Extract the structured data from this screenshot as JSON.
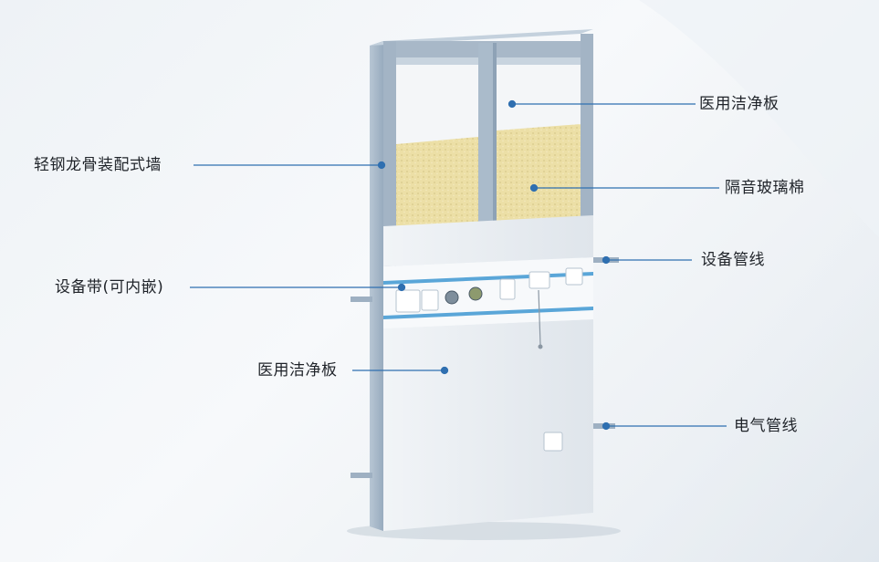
{
  "labels": {
    "panel_upper": "医用洁净板",
    "steel_frame_wall": "轻钢龙骨装配式墙",
    "glass_wool": "隔音玻璃棉",
    "equipment_pipes": "设备管线",
    "equipment_belt": "设备带(可内嵌)",
    "panel_lower": "医用洁净板",
    "electrical_pipes": "电气管线"
  },
  "colors": {
    "leader_line": "#2f6fb0",
    "glass_wool": "#ecdfa6",
    "frame": "#9fb2c4",
    "panel": "#e9eef3",
    "belt_accent": "#5aa6d8"
  }
}
